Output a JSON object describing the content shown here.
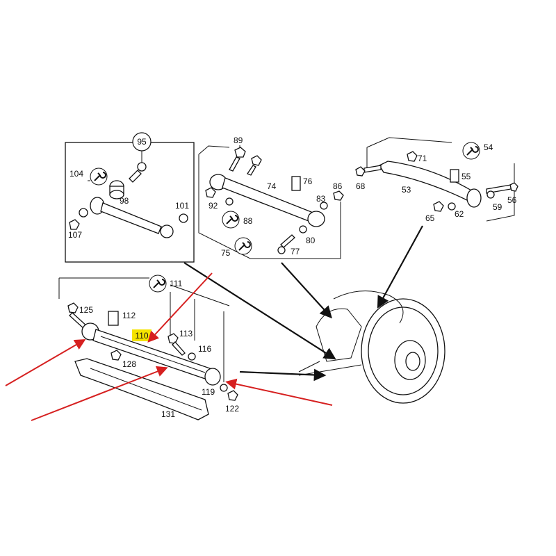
{
  "diagram": {
    "highlight_color": "#f5e300",
    "arrow_color": "#d62020",
    "inset_left": {
      "circle_label": "95",
      "labels": {
        "p104": "104",
        "p98": "98",
        "p101": "101",
        "p107": "107"
      }
    },
    "inset_middle": {
      "labels": {
        "p89": "89",
        "p74": "74",
        "p76": "76",
        "p86": "86",
        "p83": "83",
        "p92": "92",
        "p88": "88",
        "p80": "80",
        "p77": "77",
        "p75": "75"
      }
    },
    "inset_right": {
      "labels": {
        "p54": "54",
        "p71": "71",
        "p55": "55",
        "p68": "68",
        "p53": "53",
        "p59": "59",
        "p56": "56",
        "p65": "65",
        "p62": "62"
      }
    },
    "lower_assembly": {
      "highlighted_label": "110",
      "labels": {
        "p111": "111",
        "p125": "125",
        "p112": "112",
        "p113": "113",
        "p116": "116",
        "p128": "128",
        "p119": "119",
        "p122": "122",
        "p131": "131"
      }
    },
    "icons": [
      "wrench-icon"
    ]
  }
}
